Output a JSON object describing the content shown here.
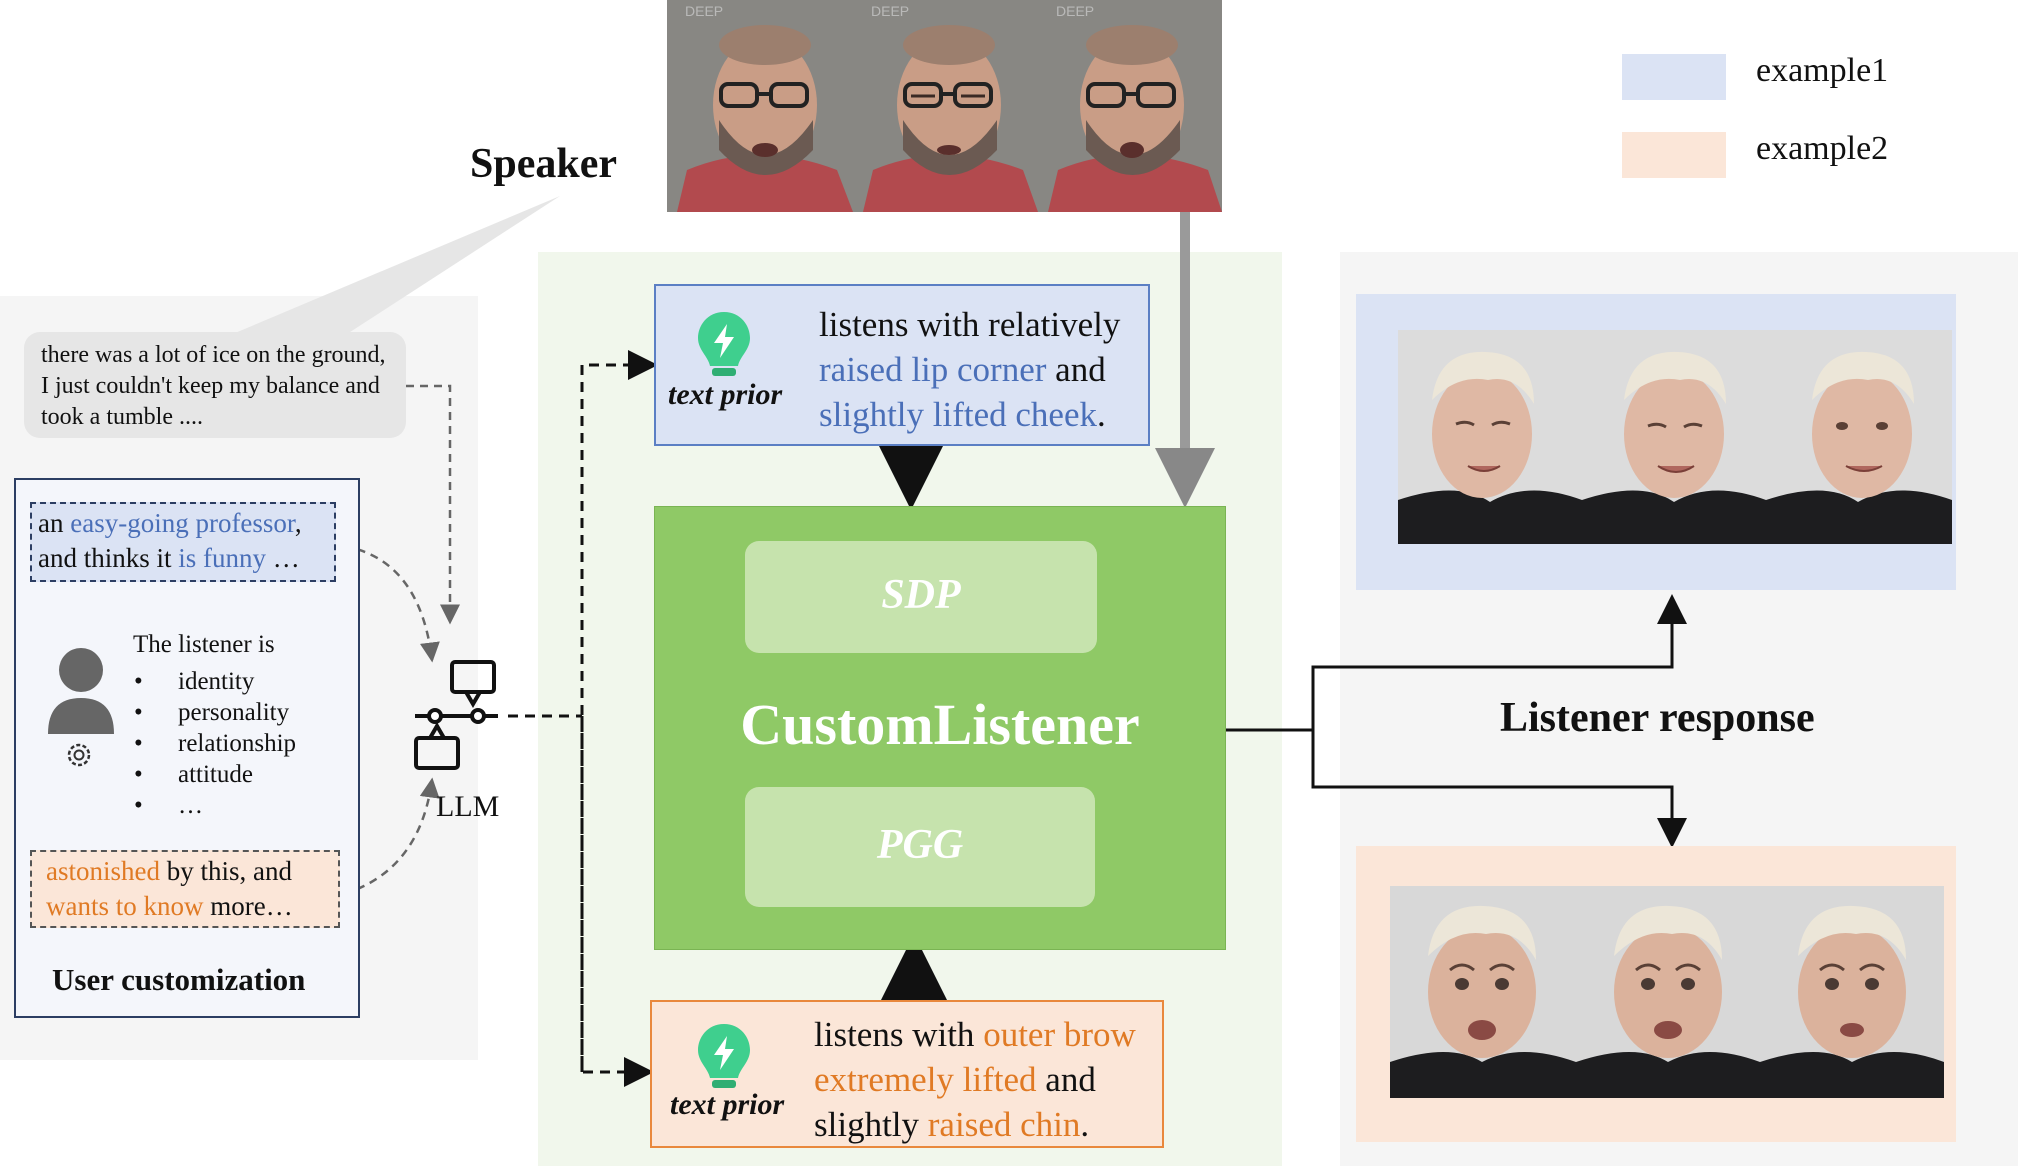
{
  "legend": [
    {
      "label": "example1",
      "color": "#dbe3f4"
    },
    {
      "label": "example2",
      "color": "#fbe6d8"
    }
  ],
  "speaker": {
    "label": "Speaker",
    "watermark": "DEEP"
  },
  "speech_bubble": "there was a lot of ice on the ground, I just couldn't keep my balance and took a tumble ....",
  "user_panel": {
    "box1": {
      "p1": "an ",
      "h1": "easy-going professor",
      "p2": ", and thinks it ",
      "h2": "is funny",
      "p3": " …"
    },
    "listener_intro": "The listener is",
    "attributes": [
      "identity",
      "personality",
      "relationship",
      "attitude",
      "…"
    ],
    "box2": {
      "h1": "astonished",
      "p1": " by this, and ",
      "h2": "wants to know",
      "p2": " more…"
    },
    "title": "User customization"
  },
  "llm_label": "LLM",
  "text_prior_1": {
    "tag": "text prior",
    "p1": "listens with relatively ",
    "h1": "raised lip corner",
    "p2": " and ",
    "h2": "slightly lifted cheek",
    "p3": "."
  },
  "text_prior_2": {
    "tag": "text prior",
    "p1": "listens with ",
    "h1": "outer brow extremely lifted",
    "p2": " and slightly ",
    "h2": "raised chin",
    "p3": "."
  },
  "model": {
    "name": "CustomListener",
    "module_top": "SDP",
    "module_bottom": "PGG"
  },
  "response_label": "Listener response",
  "colors": {
    "highlight_blue": "#4a6fb8",
    "highlight_orange": "#e07a24",
    "model_green": "#8fc966",
    "panel_green": "#f1f7ec",
    "panel_gray": "#f5f5f5",
    "prior_blue_border": "#5b7fc4",
    "prior_orange_border": "#e9883c"
  }
}
